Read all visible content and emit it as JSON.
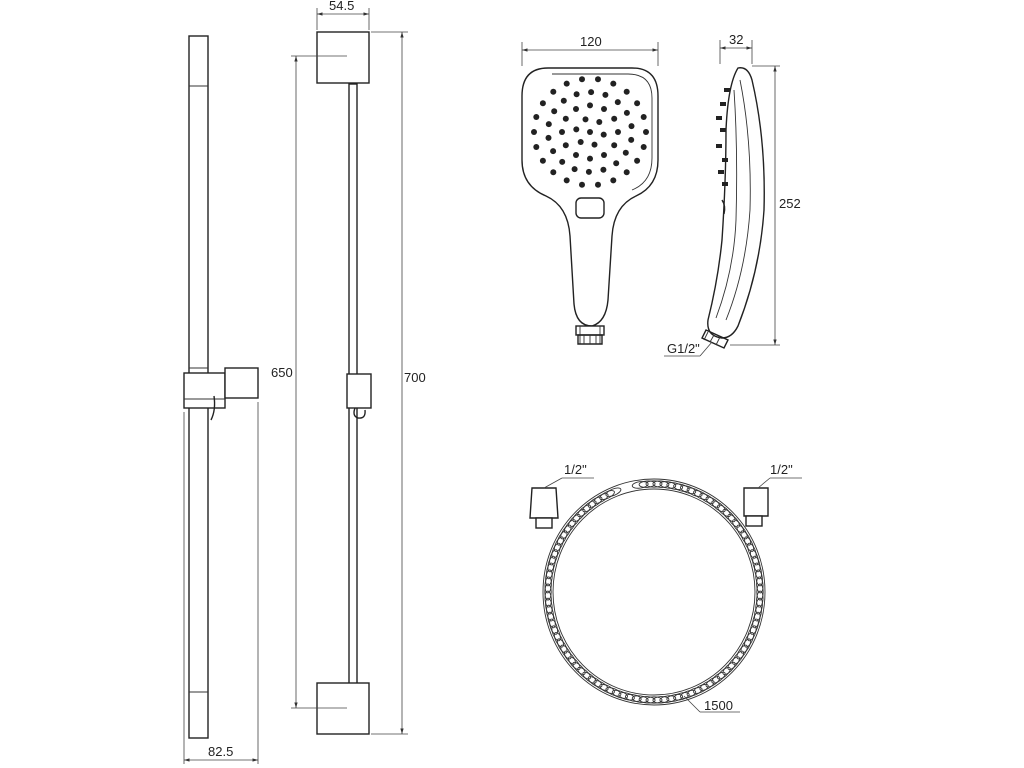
{
  "dimensions": {
    "bar_width": "82.5",
    "slider_width": "54.5",
    "bracket_spacing": "650",
    "bar_length": "700",
    "head_width": "120",
    "head_thickness": "32",
    "handset_length": "252",
    "thread": "G1/2\"",
    "hose_thread_left": "1/2\"",
    "hose_thread_right": "1/2\"",
    "hose_length": "1500"
  }
}
